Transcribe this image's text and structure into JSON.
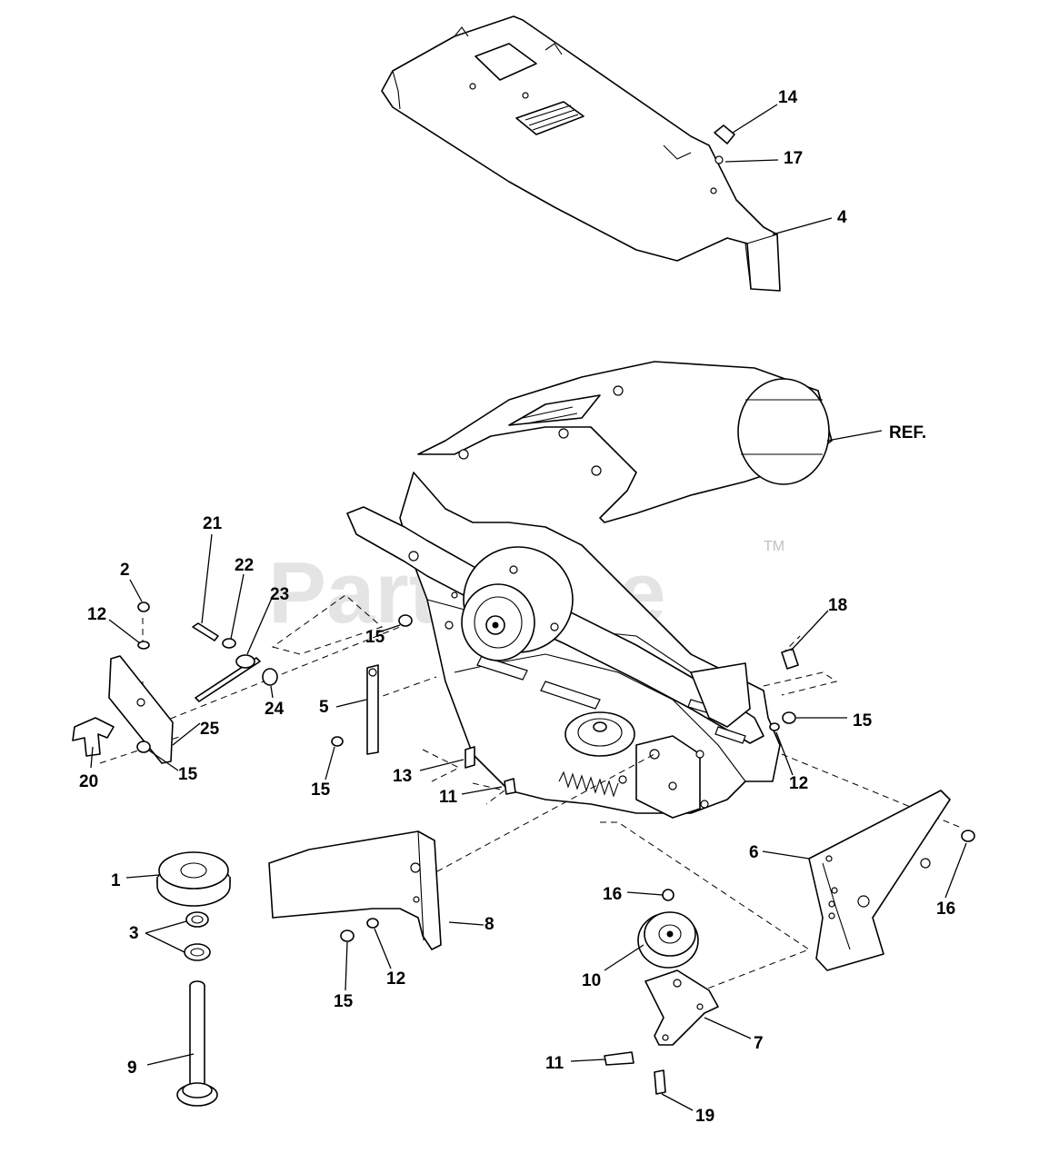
{
  "watermark": {
    "text": "PartsTree",
    "trademark": "TM"
  },
  "callouts": {
    "p1": "1",
    "p2": "2",
    "p3": "3",
    "p4": "4",
    "p5": "5",
    "p6": "6",
    "p7": "7",
    "p8": "8",
    "p9": "9",
    "p10": "10",
    "p11a": "11",
    "p11b": "11",
    "p12a": "12",
    "p12b": "12",
    "p12c": "12",
    "p13": "13",
    "p14": "14",
    "p15a": "15",
    "p15b": "15",
    "p15c": "15",
    "p15d": "15",
    "p15e": "15",
    "p16a": "16",
    "p16b": "16",
    "p17": "17",
    "p18": "18",
    "p19": "19",
    "p20": "20",
    "p21": "21",
    "p22": "22",
    "p23": "23",
    "p24": "24",
    "p25": "25",
    "ref": "REF."
  }
}
